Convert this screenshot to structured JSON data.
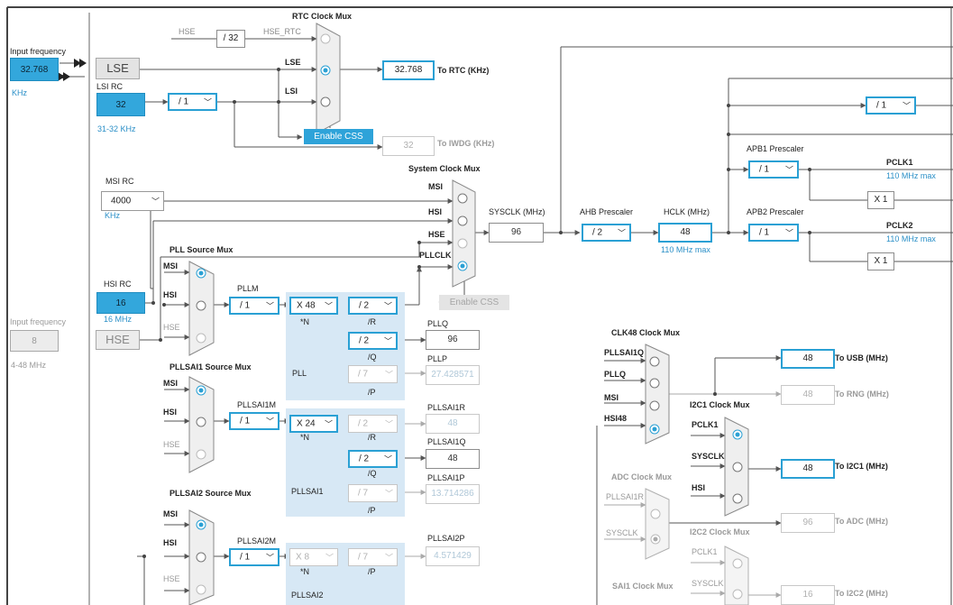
{
  "inputs": {
    "lse": {
      "title": "Input frequency",
      "value": "32.768",
      "unit": "KHz",
      "label": "LSE"
    },
    "lsi": {
      "title": "LSI RC",
      "value": "32",
      "unit": "31-32 KHz"
    },
    "msi": {
      "title": "MSI RC",
      "value": "4000",
      "unit": "KHz"
    },
    "hsi": {
      "title": "HSI RC",
      "value": "16",
      "unit": "16 MHz"
    },
    "hse": {
      "title": "Input frequency",
      "value": "8",
      "unit": "4-48 MHz",
      "label": "HSE"
    }
  },
  "rtc": {
    "title": "RTC Clock Mux",
    "hse_label": "HSE",
    "hse_div": "/ 32",
    "hse_rtc": "HSE_RTC",
    "lse_label": "LSE",
    "lsi_label": "LSI",
    "lsi_div": "/ 1",
    "out_value": "32.768",
    "out_label": "To RTC (KHz)",
    "css_button": "Enable CSS",
    "iwdg_value": "32",
    "iwdg_label": "To IWDG (KHz)"
  },
  "sysclk_mux": {
    "title": "System Clock Mux",
    "inputs": [
      "MSI",
      "HSI",
      "HSE",
      "PLLCLK"
    ],
    "sysclk_label": "SYSCLK (MHz)",
    "sysclk_value": "96",
    "css_button": "Enable CSS"
  },
  "ahb": {
    "title": "AHB Prescaler",
    "value": "/ 2",
    "hclk_label": "HCLK (MHz)",
    "hclk_value": "48",
    "hclk_max": "110 MHz max"
  },
  "apb": {
    "top_div": "/ 1",
    "apb1_title": "APB1 Prescaler",
    "apb1_value": "/ 1",
    "pclk1_label": "PCLK1",
    "pclk1_max": "110 MHz max",
    "x1a": "X 1",
    "apb2_title": "APB2 Prescaler",
    "apb2_value": "/ 1",
    "pclk2_label": "PCLK2",
    "pclk2_max": "110 MHz max",
    "x1b": "X 1"
  },
  "pll": {
    "source_title": "PLL Source Mux",
    "src_inputs": [
      "MSI",
      "HSI",
      "HSE"
    ],
    "pllm_label": "PLLM",
    "pllm_value": "/ 1",
    "n_value": "X 48",
    "n_label": "*N",
    "r_value": "/ 2",
    "r_label": "/R",
    "q_value": "/ 2",
    "q_label": "/Q",
    "p_value": "/ 7",
    "p_label": "/P",
    "region_label": "PLL",
    "pllq_label": "PLLQ",
    "pllq_value": "96",
    "pllp_label": "PLLP",
    "pllp_value": "27.428571",
    "pllclk_label": "PLLCLK"
  },
  "pllsai1": {
    "source_title": "PLLSAI1 Source Mux",
    "src_inputs": [
      "MSI",
      "HSI",
      "HSE"
    ],
    "m_label": "PLLSAI1M",
    "m_value": "/ 1",
    "n_value": "X 24",
    "n_label": "*N",
    "r_value": "/ 2",
    "r_label": "/R",
    "q_value": "/ 2",
    "q_label": "/Q",
    "p_value": "/ 7",
    "p_label": "/P",
    "region_label": "PLLSAI1",
    "r_out_label": "PLLSAI1R",
    "r_out_value": "48",
    "q_out_label": "PLLSAI1Q",
    "q_out_value": "48",
    "p_out_label": "PLLSAI1P",
    "p_out_value": "13.714286"
  },
  "pllsai2": {
    "source_title": "PLLSAI2 Source Mux",
    "src_inputs": [
      "MSI",
      "HSI",
      "HSE"
    ],
    "m_label": "PLLSAI2M",
    "m_value": "/ 1",
    "n_value": "X 8",
    "n_label": "*N",
    "p_value": "/ 7",
    "p_label": "/P",
    "region_label": "PLLSAI2",
    "p_out_label": "PLLSAI2P",
    "p_out_value": "4.571429"
  },
  "clk48": {
    "title": "CLK48 Clock Mux",
    "inputs": [
      "PLLSAI1Q",
      "PLLQ",
      "MSI",
      "HSI48"
    ],
    "usb_value": "48",
    "usb_label": "To USB (MHz)",
    "rng_value": "48",
    "rng_label": "To RNG (MHz)"
  },
  "i2c1": {
    "title": "I2C1 Clock Mux",
    "inputs": [
      "PCLK1",
      "SYSCLK",
      "HSI"
    ],
    "out_value": "48",
    "out_label": "To I2C1 (MHz)"
  },
  "adc": {
    "title": "ADC Clock Mux",
    "inputs": [
      "PLLSAI1R",
      "SYSCLK"
    ],
    "out_value": "96",
    "out_label": "To ADC (MHz)"
  },
  "i2c2": {
    "title": "I2C2 Clock Mux",
    "inputs": [
      "PCLK1",
      "SYSCLK"
    ],
    "out_value": "16",
    "out_label": "To I2C2 (MHz)"
  },
  "sai1": {
    "title": "SAI1 Clock Mux"
  },
  "colors": {
    "accent": "#2aa0d4",
    "region": "#d7e8f5",
    "disabled": "#c8c8c8"
  }
}
